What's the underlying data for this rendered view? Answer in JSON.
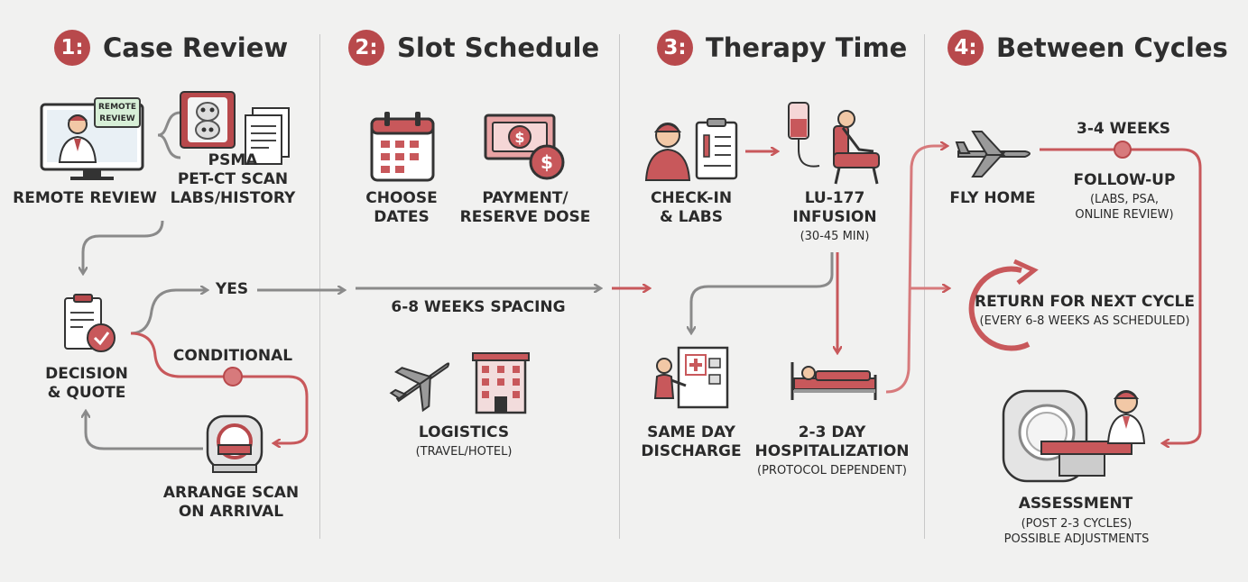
{
  "steps": [
    {
      "num": "1:",
      "title": "Case Review"
    },
    {
      "num": "2:",
      "title": "Slot Schedule"
    },
    {
      "num": "3:",
      "title": "Therapy Time"
    },
    {
      "num": "4:",
      "title": "Between Cycles"
    }
  ],
  "case_review": {
    "bubble": [
      "REMOTE",
      "REVIEW"
    ],
    "remote_review": "REMOTE REVIEW",
    "psma": "PSMA",
    "petct": "PET-CT SCAN",
    "labs": "LABS/HISTORY",
    "decision": [
      "DECISION",
      "& QUOTE"
    ],
    "yes": "YES",
    "conditional": "CONDITIONAL",
    "arrange": [
      "ARRANGE SCAN",
      "ON ARRIVAL"
    ]
  },
  "slot_schedule": {
    "choose": [
      "CHOOSE",
      "DATES"
    ],
    "payment": [
      "PAYMENT/",
      "RESERVE DOSE"
    ],
    "spacing": "6-8 WEEKS SPACING",
    "logistics": "LOGISTICS",
    "logistics_sub": "(TRAVEL/HOTEL)"
  },
  "therapy": {
    "checkin": [
      "CHECK-IN",
      "& LABS"
    ],
    "infusion": [
      "LU-177",
      "INFUSION"
    ],
    "infusion_sub": "(30-45 MIN)",
    "discharge": [
      "SAME DAY",
      "DISCHARGE"
    ],
    "hosp": [
      "2-3 DAY",
      "HOSPITALIZATION"
    ],
    "hosp_sub": "(PROTOCOL DEPENDENT)"
  },
  "between": {
    "fly": "FLY HOME",
    "weeks": "3-4 WEEKS",
    "followup": "FOLLOW-UP",
    "followup_sub": [
      "(LABS, PSA,",
      "ONLINE REVIEW)"
    ],
    "return": "RETURN FOR NEXT CYCLE",
    "return_sub": "(EVERY 6-8 WEEKS AS SCHEDULED)",
    "assessment": "ASSESSMENT",
    "assessment_sub": [
      "(POST 2-3 CYCLES)",
      "POSSIBLE ADJUSTMENTS"
    ]
  },
  "colors": {
    "accent": "#b8494c",
    "accent_light": "#d77a7c",
    "gray_arrow": "#8a8a8a",
    "ink": "#2b2b2b"
  }
}
